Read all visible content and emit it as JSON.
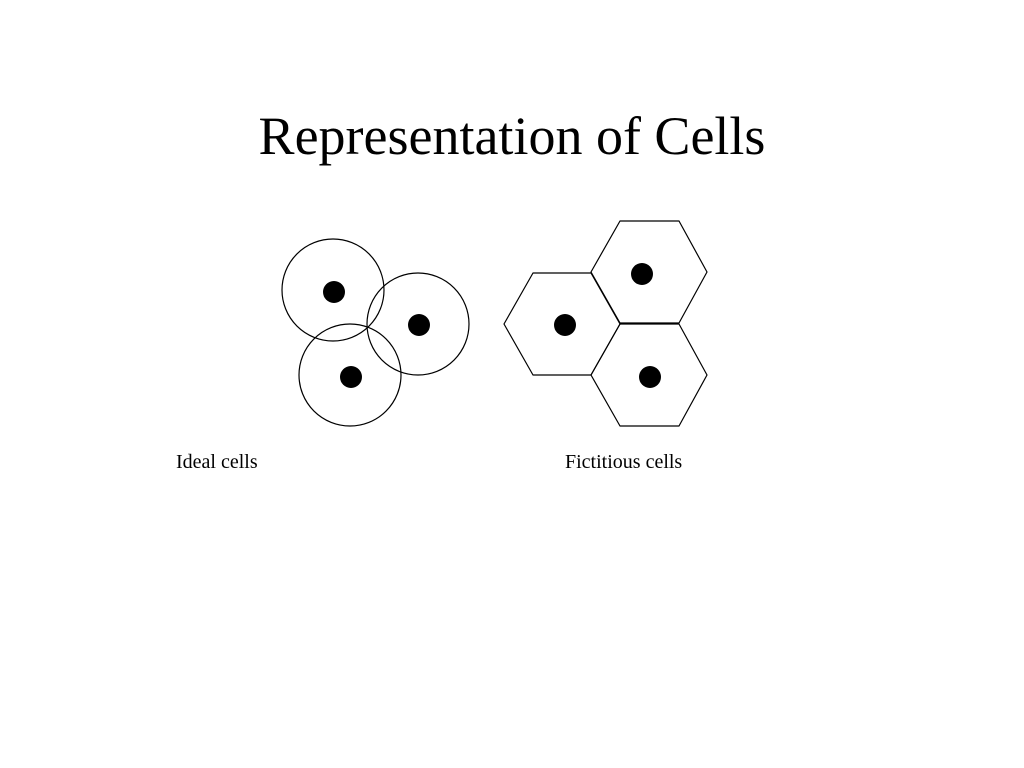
{
  "slide": {
    "title": "Representation of Cells"
  },
  "ideal_cells": {
    "caption": "Ideal cells",
    "shape": "circle",
    "count": 3
  },
  "fictitious_cells": {
    "caption": "Fictitious cells",
    "shape": "hexagon",
    "count": 3
  },
  "colors": {
    "stroke": "#000000",
    "dot": "#000000",
    "background": "#ffffff"
  }
}
